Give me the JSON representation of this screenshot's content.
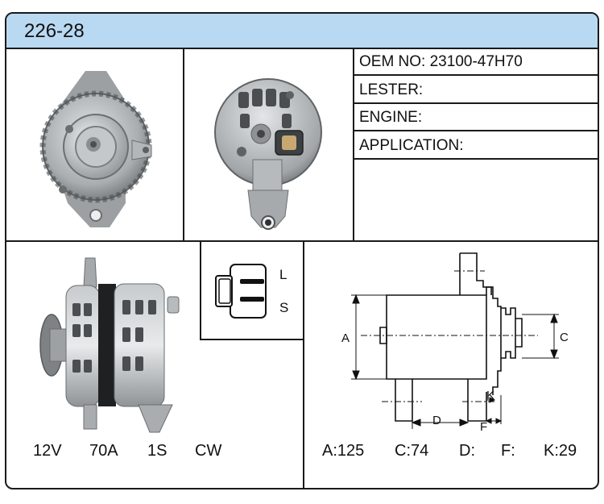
{
  "header": {
    "title": "226-28"
  },
  "info": {
    "oem": "OEM NO: 23100-47H70",
    "lester": "LESTER:",
    "engine": "ENGINE:",
    "application": "APPLICATION:"
  },
  "electrical": {
    "voltage": "12V",
    "amperage": "70A",
    "groove": "1S",
    "rotation": "CW"
  },
  "connector": {
    "pin_top": "L",
    "pin_bottom": "S"
  },
  "dimensions": {
    "labels": {
      "a": "A",
      "c": "C",
      "d": "D",
      "f": "F",
      "k": "K"
    },
    "values": {
      "a": "A:125",
      "c": "C:74",
      "d": "D:",
      "f": "F:",
      "k": "K:29"
    }
  }
}
